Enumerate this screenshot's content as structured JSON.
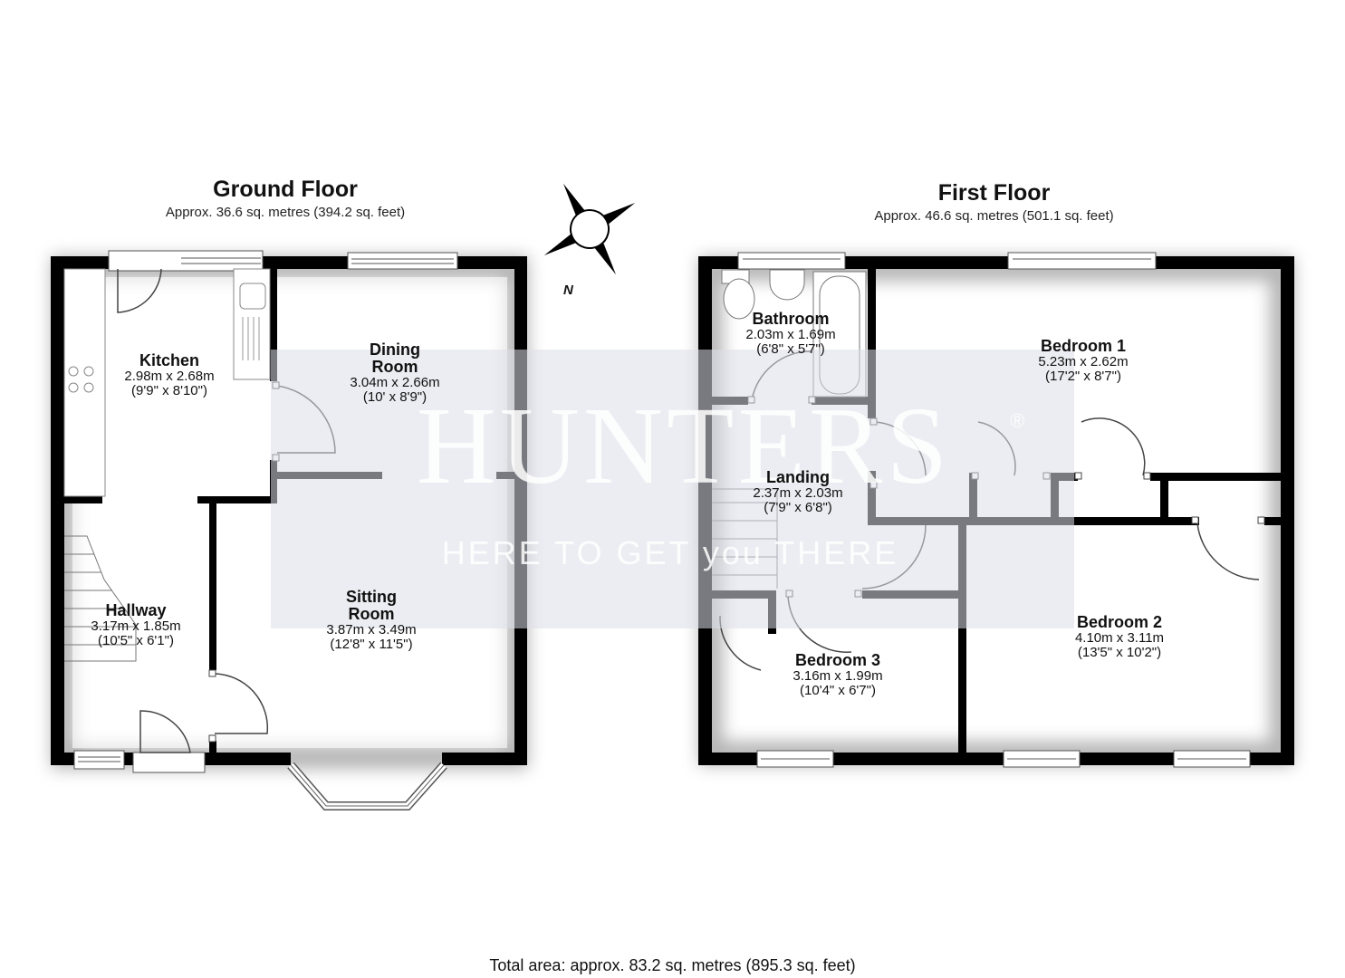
{
  "ground_floor": {
    "title": "Ground Floor",
    "area": "Approx. 36.6 sq. metres (394.2 sq. feet)",
    "rooms": [
      {
        "name": "Kitchen",
        "metric": "2.98m x 2.68m",
        "imperial": "(9'9\" x 8'10\")"
      },
      {
        "name": "Dining\nRoom",
        "metric": "3.04m x 2.66m",
        "imperial": "(10' x 8'9\")"
      },
      {
        "name": "Hallway",
        "metric": "3.17m x 1.85m",
        "imperial": "(10'5\" x 6'1\")"
      },
      {
        "name": "Sitting\nRoom",
        "metric": "3.87m x 3.49m",
        "imperial": "(12'8\" x 11'5\")"
      }
    ]
  },
  "first_floor": {
    "title": "First Floor",
    "area": "Approx. 46.6 sq. metres (501.1 sq. feet)",
    "rooms": [
      {
        "name": "Bathroom",
        "metric": "2.03m x 1.69m",
        "imperial": "(6'8\" x 5'7\")"
      },
      {
        "name": "Bedroom 1",
        "metric": "5.23m x 2.62m",
        "imperial": "(17'2\" x 8'7\")"
      },
      {
        "name": "Landing",
        "metric": "2.37m x 2.03m",
        "imperial": "(7'9\" x 6'8\")"
      },
      {
        "name": "Bedroom 2",
        "metric": "4.10m x 3.11m",
        "imperial": "(13'5\" x 10'2\")"
      },
      {
        "name": "Bedroom 3",
        "metric": "3.16m x 1.99m",
        "imperial": "(10'4\" x 6'7\")"
      }
    ]
  },
  "compass": {
    "icon": "compass-rose-icon",
    "north_label": "N"
  },
  "watermark": {
    "brand": "HUNTERS",
    "registered": "®",
    "tagline": "HERE TO GET you THERE",
    "band_color": "#dcdfe8"
  },
  "total_area": "Total area: approx. 83.2 sq. metres (895.3 sq. feet)",
  "colors": {
    "wall": "#000000",
    "background": "#ffffff",
    "watermark_band": "#dcdfe8"
  }
}
